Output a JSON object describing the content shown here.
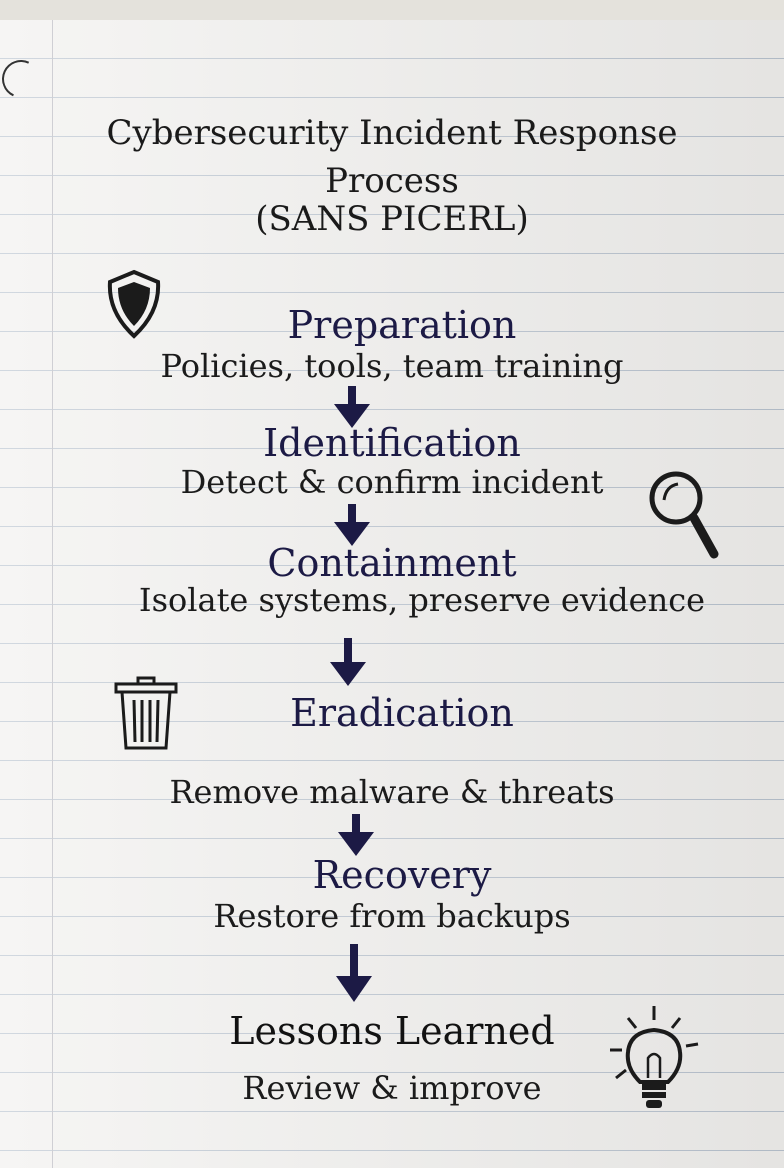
{
  "title": {
    "line1": "Cybersecurity Incident Response",
    "line2": "Process",
    "line3": "(SANS PICERL)"
  },
  "steps": [
    {
      "title": "Preparation",
      "description": "Policies, tools, team training",
      "icon": "shield-icon"
    },
    {
      "title": "Identification",
      "description": "Detect & confirm incident",
      "icon": "magnifier-icon"
    },
    {
      "title": "Containment",
      "description": "Isolate systems, preserve evidence",
      "icon": ""
    },
    {
      "title": "Eradication",
      "description": "Remove malware & threats",
      "icon": "trash-can-icon"
    },
    {
      "title": "Recovery",
      "description": "Restore from backups",
      "icon": ""
    },
    {
      "title": "Lessons Learned",
      "description": "Review & improve",
      "icon": "lightbulb-icon"
    }
  ],
  "colors": {
    "ink_black": "#1b1b1b",
    "ink_navy": "#1c1a45",
    "paper": "#f1f0ee",
    "rule_line": "#b9c3cf"
  }
}
